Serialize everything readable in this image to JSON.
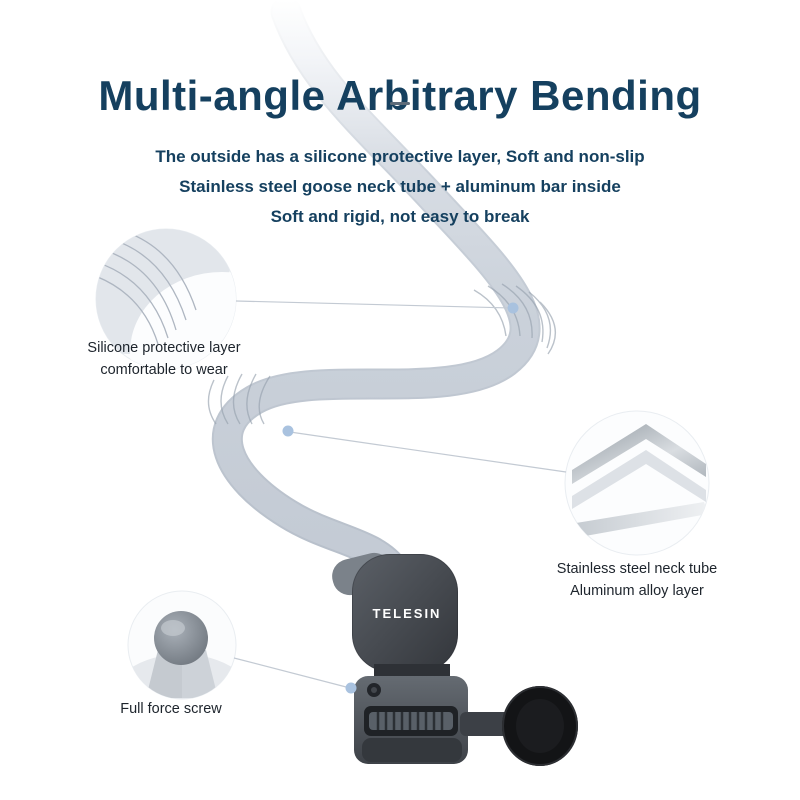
{
  "page": {
    "title": "Multi-angle Arbitrary Bending",
    "subtitle_lines": [
      "The outside has a silicone protective layer, Soft and non-slip",
      "Stainless steel goose neck tube + aluminum bar inside",
      "Soft and rigid, not easy to break"
    ]
  },
  "callouts": {
    "silicone": {
      "line1": "Silicone protective layer",
      "line2": "comfortable to wear"
    },
    "metal": {
      "line1": "Stainless steel neck tube",
      "line2": "Aluminum alloy layer"
    },
    "screw": {
      "line1": "Full force screw"
    }
  },
  "product": {
    "brand": "TELESIN"
  },
  "colors": {
    "heading": "#15405f",
    "label": "#1d242c",
    "accent_dot": "#a9c2df",
    "tube": "#c7ced8",
    "mount_body": "#3c4046",
    "knob": "#131416"
  }
}
